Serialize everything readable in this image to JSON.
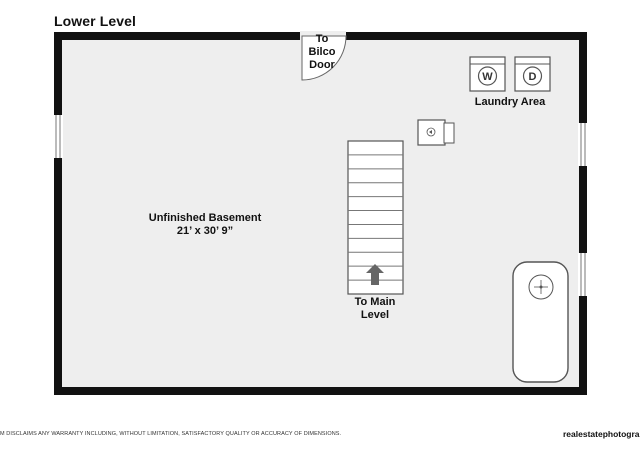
{
  "plan": {
    "title": "Lower Level",
    "room": {
      "name": "Unfinished Basement",
      "dimensions": "21’ x 30’ 9”"
    },
    "bilco_door_label": [
      "To",
      "Bilco",
      "Door"
    ],
    "laundry_label": "Laundry Area",
    "stairs_label": [
      "To Main",
      "Level"
    ]
  },
  "footer": {
    "disclaimer": "M DISCLAIMS ANY WARRANTY INCLUDING, WITHOUT LIMITATION, SATISFACTORY QUALITY OR ACCURACY OF DIMENSIONS.",
    "brand": "realestatephotograph"
  },
  "colors": {
    "wall": "#111111",
    "floor": "#eeeeee",
    "fixture_fill": "#ffffff",
    "fixture_stroke": "#555555",
    "arrow": "#666666"
  }
}
